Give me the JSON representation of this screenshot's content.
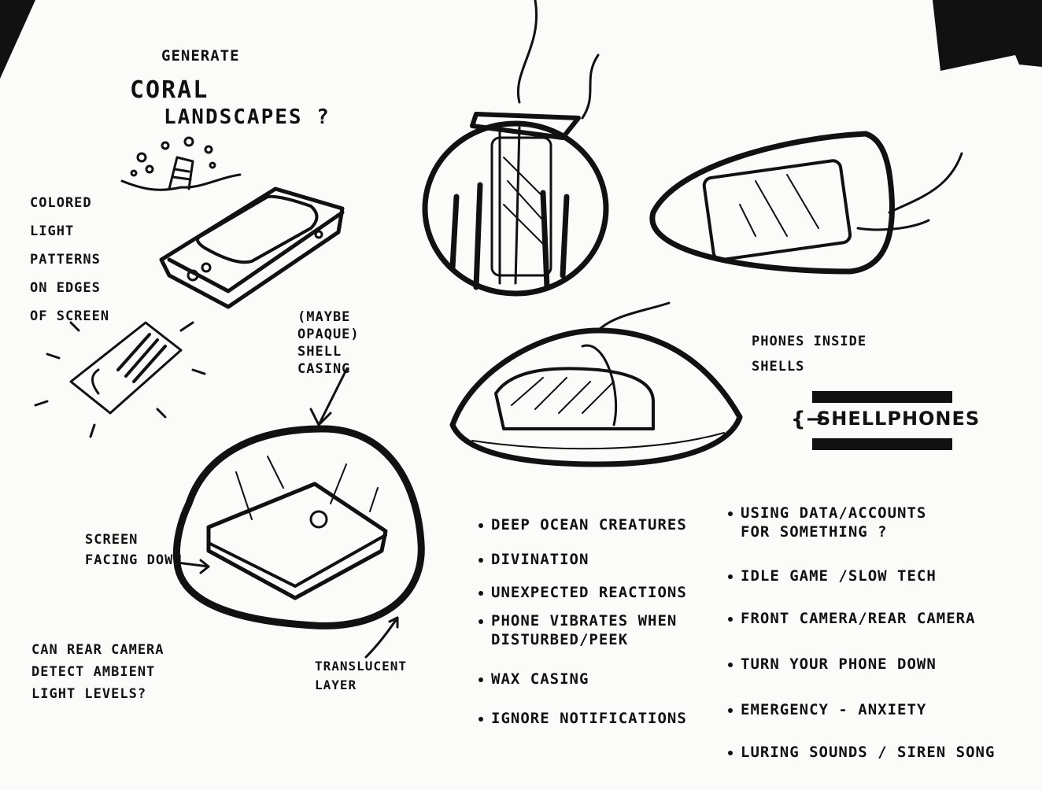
{
  "notes": {
    "coral_line1": "GENERATE",
    "coral_line2": "CORAL",
    "coral_line3": "LANDSCAPES ?",
    "light_patterns": "COLORED\nLIGHT\nPATTERNS\nON EDGES\nOF SCREEN",
    "shell_casing": "(MAYBE\nOPAQUE)\nSHELL\nCASING",
    "phones_inside": "PHONES INSIDE\nSHELLS",
    "screen_down": "SCREEN\nFACING DOWN",
    "rear_camera": "CAN REAR CAMERA\nDETECT AMBIENT\nLIGHT LEVELS?",
    "translucent": "TRANSLUCENT\nLAYER"
  },
  "badge": {
    "text": "SHELLPHONES",
    "arrow": "{→"
  },
  "list_left": [
    "DEEP OCEAN CREATURES",
    "DIVINATION",
    "UNEXPECTED REACTIONS",
    "PHONE VIBRATES WHEN\nDISTURBED/PEEK",
    "WAX CASING",
    "IGNORE NOTIFICATIONS"
  ],
  "list_right": [
    "USING DATA/ACCOUNTS\nFOR SOMETHING ?",
    "IDLE GAME /SLOW TECH",
    "FRONT CAMERA/REAR CAMERA",
    "TURN YOUR PHONE DOWN",
    "EMERGENCY - ANXIETY",
    "LURING SOUNDS / SIREN SONG"
  ],
  "colors": {
    "ink": "#111111",
    "paper": "#fbfbfa"
  }
}
